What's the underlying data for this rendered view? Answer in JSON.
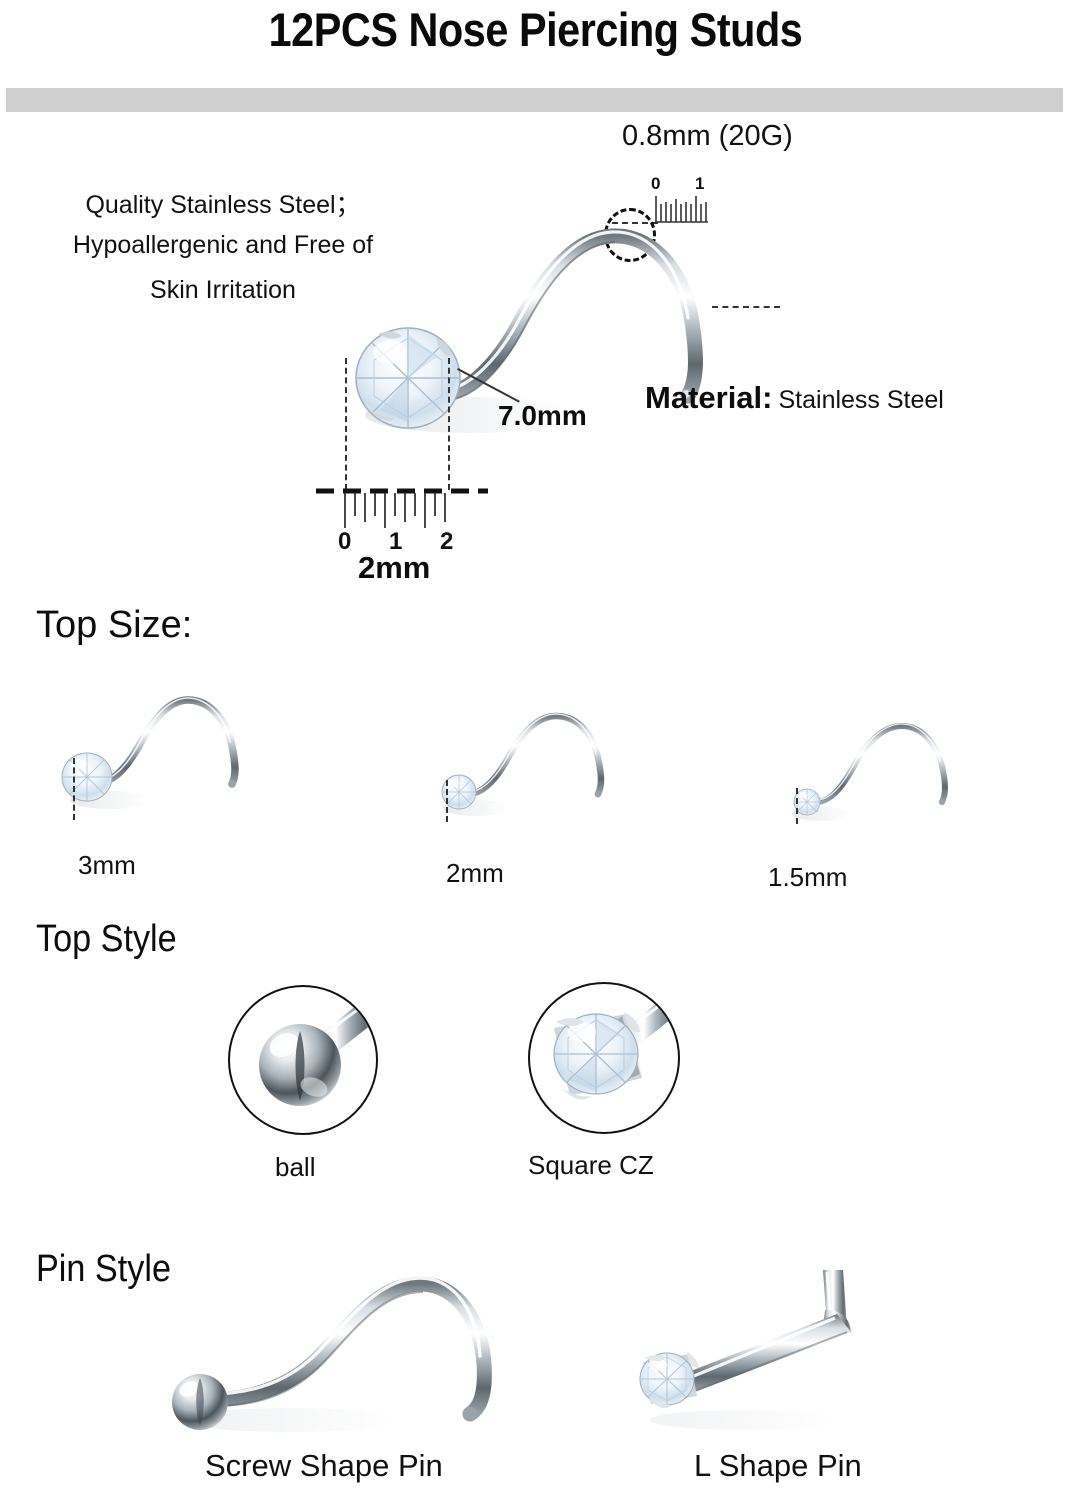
{
  "page": {
    "title": "12PCS Nose Piercing Studs",
    "background_color": "#ffffff",
    "divider_color": "#cfcfcf"
  },
  "hero": {
    "blurb_line1": "Quality Stainless Steel；",
    "blurb_line2": "Hypoallergenic and Free of",
    "blurb_line3": "Skin Irritation",
    "gauge_label": "0.8mm (20G)",
    "material_key": "Material:",
    "material_value": "Stainless Steel",
    "length_label": "7.0mm",
    "width_label": "2mm",
    "gauge_ruler_ticks": [
      "0",
      "1"
    ],
    "width_ruler_ticks": [
      "0",
      "1",
      "2"
    ]
  },
  "top_size": {
    "heading": "Top Size:",
    "items": [
      {
        "label": "3mm"
      },
      {
        "label": "2mm"
      },
      {
        "label": "1.5mm"
      }
    ]
  },
  "top_style": {
    "heading": "Top Style",
    "items": [
      {
        "label": "ball",
        "icon": "ball-stud-icon"
      },
      {
        "label": "Square CZ",
        "icon": "square-cz-stud-icon"
      }
    ]
  },
  "pin_style": {
    "heading": "Pin Style",
    "items": [
      {
        "label": "Screw Shape Pin",
        "icon": "screw-shape-pin-icon"
      },
      {
        "label": "L Shape Pin",
        "icon": "l-shape-pin-icon"
      }
    ]
  },
  "colors": {
    "metal_light": "#f4f6f8",
    "metal_mid": "#b9c0c6",
    "metal_dark": "#5d666e",
    "gem_tint": "#dfe9f3",
    "text": "#111111"
  }
}
